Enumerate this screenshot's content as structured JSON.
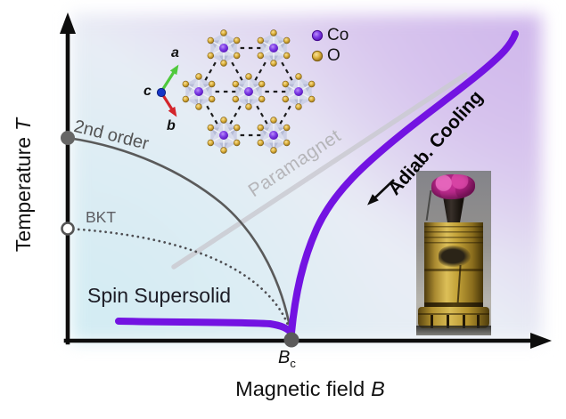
{
  "figure": {
    "y_axis": {
      "label": "Temperature",
      "symbol": "T"
    },
    "x_axis": {
      "label": "Magnetic field",
      "symbol": "B"
    },
    "critical_field": {
      "symbol": "B",
      "subscript": "c"
    },
    "regions": {
      "spin_supersolid": "Spin Supersolid",
      "paramagnet": "Paramagnet"
    },
    "curves": {
      "second_order": "2nd order",
      "bkt": "BKT",
      "adiabatic_cooling": "Adiab. Cooling"
    },
    "legend": {
      "co": "Co",
      "o": "O"
    },
    "crystal_axes": {
      "a": "a",
      "b": "b",
      "c": "c"
    },
    "colors": {
      "adiabatic_curve": "#7313e2",
      "second_order_curve": "#5a5a5a",
      "bkt_dots": "#4e4e52",
      "paramagnet_line": "#cbcbd2",
      "paramagnet_text": "#b5b5b9",
      "co_atom": "#7a1fe0",
      "o_atom": "#d9ad33",
      "axis": "#0d0d0d"
    }
  }
}
